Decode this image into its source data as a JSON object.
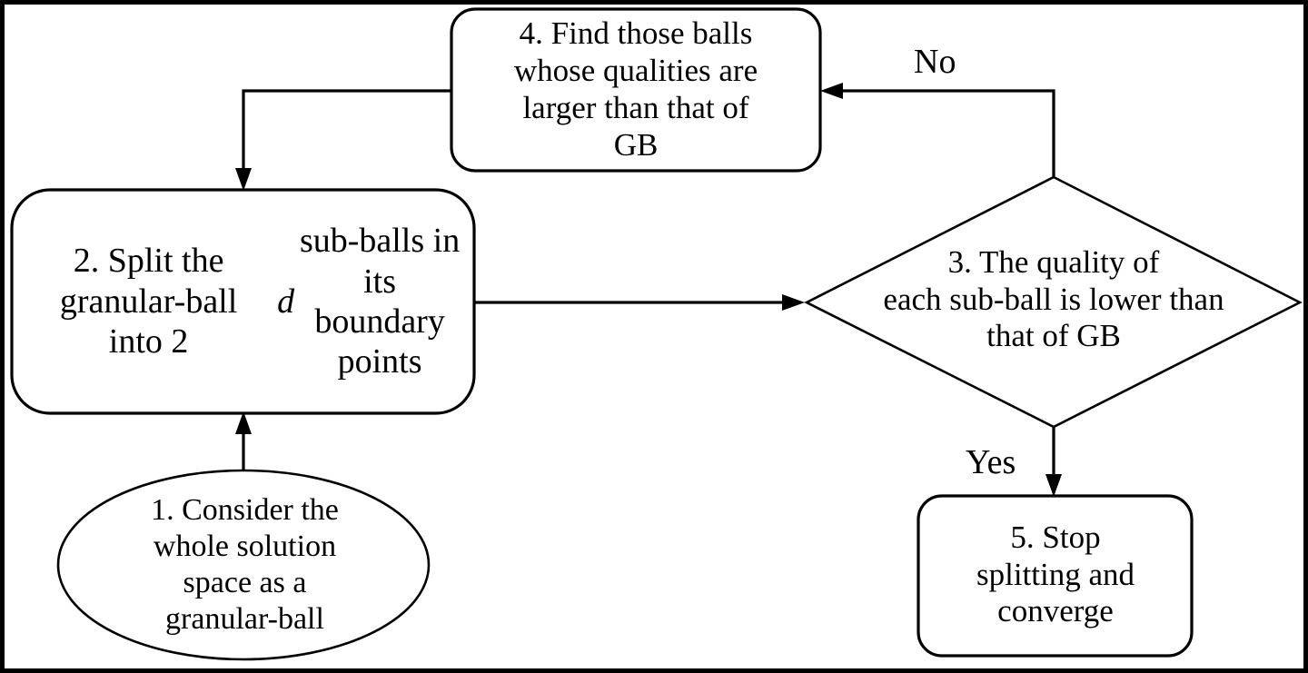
{
  "diagram": {
    "title": "Granular-ball splitting flowchart",
    "background_color": "#ffffff",
    "line_color": "#000000",
    "nodes": {
      "step1": {
        "id": "1",
        "shape": "ellipse",
        "label": "1. Consider the\nwhole solution\nspace as a\ngranular-ball"
      },
      "step2": {
        "id": "2",
        "shape": "rounded-rectangle",
        "label_before": "2. Split the granular-ball\ninto 2",
        "label_italic": "d",
        "label_after": " sub-balls in its\nboundary points"
      },
      "step3": {
        "id": "3",
        "shape": "diamond",
        "label": "3. The quality of\neach sub-ball is lower than\nthat of GB"
      },
      "step4": {
        "id": "4",
        "shape": "rounded-rectangle",
        "label": "4. Find those balls\nwhose qualities are\nlarger than that of\nGB"
      },
      "step5": {
        "id": "5",
        "shape": "rounded-rectangle",
        "label": "5. Stop\nsplitting and\nconverge"
      }
    },
    "edges": {
      "start_to_split": {
        "from": "step1",
        "to": "step2",
        "label": ""
      },
      "split_to_decision": {
        "from": "step2",
        "to": "step3",
        "label": ""
      },
      "decision_no": {
        "from": "step3",
        "to": "step4",
        "label": "No"
      },
      "decision_yes": {
        "from": "step3",
        "to": "step5",
        "label": "Yes"
      },
      "find_to_split": {
        "from": "step4",
        "to": "step2",
        "label": ""
      }
    }
  }
}
